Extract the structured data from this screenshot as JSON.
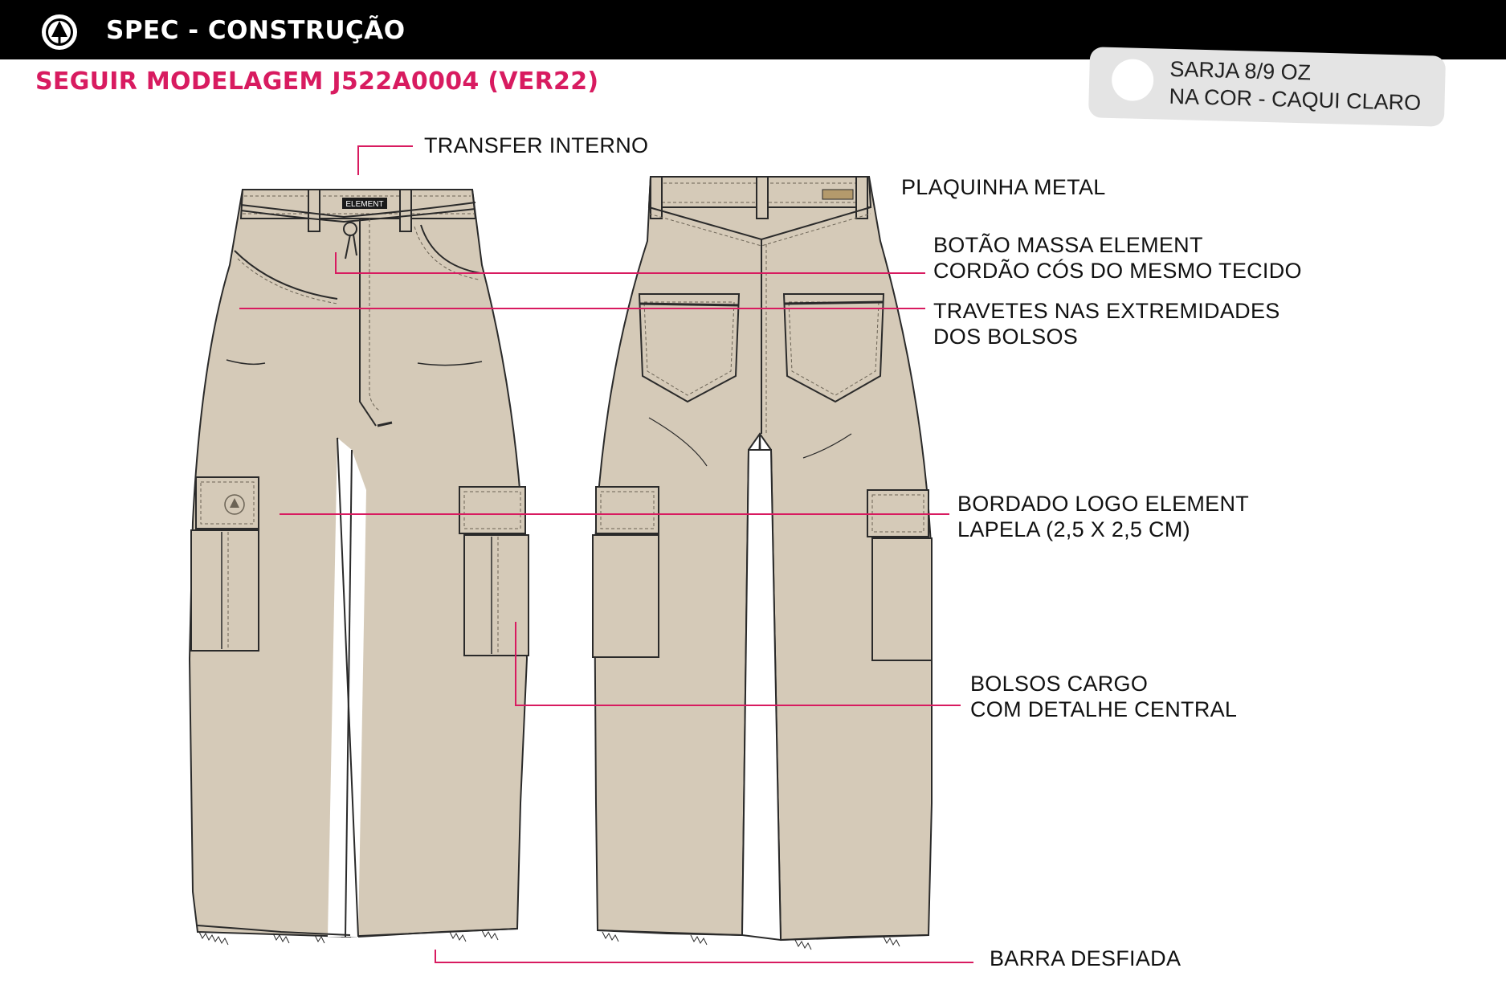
{
  "header": {
    "title": "SPEC - CONSTRUÇÃO",
    "logo_icon": "element-tree-logo-icon"
  },
  "subtitle": "SEGUIR MODELAGEM J522A0004 (VER22)",
  "swatch": {
    "line1": "SARJA 8/9 OZ",
    "line2": "NA COR - CAQUI CLARO",
    "color": "#ffffff"
  },
  "colors": {
    "accent": "#d81b60",
    "fabric": "#d5cab8",
    "stitch": "#6b6355"
  },
  "callouts": {
    "transfer": "TRANSFER INTERNO",
    "plaquinha": "PLAQUINHA METAL",
    "botao_1": "BOTÃO MASSA ELEMENT",
    "botao_2": "CORDÃO CÓS DO MESMO TECIDO",
    "travetes_1": "TRAVETES NAS EXTREMIDADES",
    "travetes_2": "DOS BOLSOS",
    "bordado_1": "BORDADO LOGO ELEMENT",
    "bordado_2": "LAPELA (2,5 X 2,5 CM)",
    "bolsos_1": "BOLSOS CARGO",
    "bolsos_2": "COM DETALHE CENTRAL",
    "barra": "BARRA DESFIADA"
  },
  "waistband_label": "ELEMENT"
}
